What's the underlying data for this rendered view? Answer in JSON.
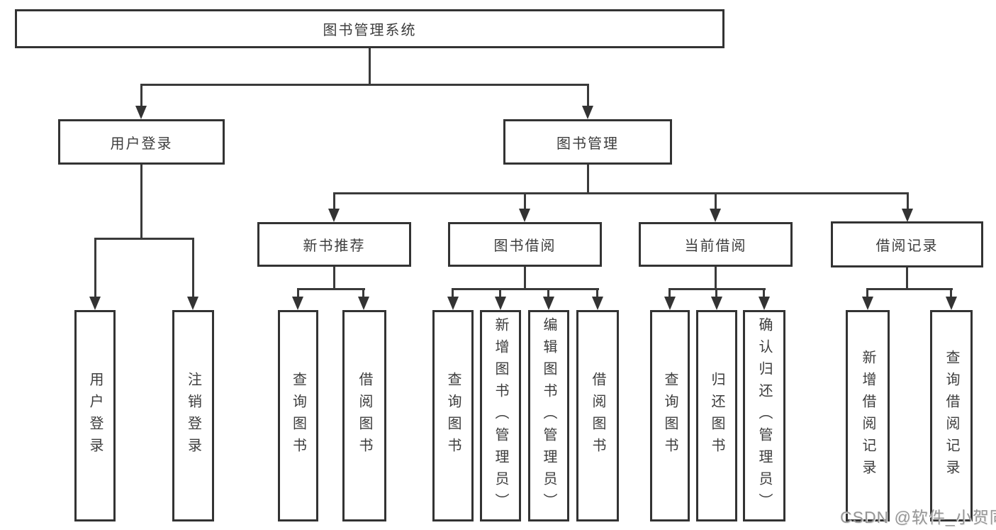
{
  "nodes": {
    "root": "图书管理系统",
    "user_login": "用户登录",
    "book_mgmt": "图书管理",
    "new_books": "新书推荐",
    "book_borrow": "图书借阅",
    "current_borrow": "当前借阅",
    "borrow_records": "借阅记录",
    "leaf_user_login": "用户登录",
    "leaf_logout": "注销登录",
    "leaf_nb_query": "查询图书",
    "leaf_nb_borrow": "借阅图书",
    "leaf_bb_query": "查询图书",
    "leaf_bb_add": "新增图书（管理员）",
    "leaf_bb_edit": "编辑图书（管理员）",
    "leaf_bb_borrow": "借阅图书",
    "leaf_cb_query": "查询图书",
    "leaf_cb_return": "归还图书",
    "leaf_cb_confirm": "确认归还（管理员）",
    "leaf_br_add": "新增借阅记录",
    "leaf_br_query": "查询借阅记录"
  },
  "watermark": "CSDN @软件_小贺同学",
  "colors": {
    "line": "#333333",
    "text": "#3d3d3d",
    "watermark": "#969696",
    "background": "#ffffff"
  }
}
